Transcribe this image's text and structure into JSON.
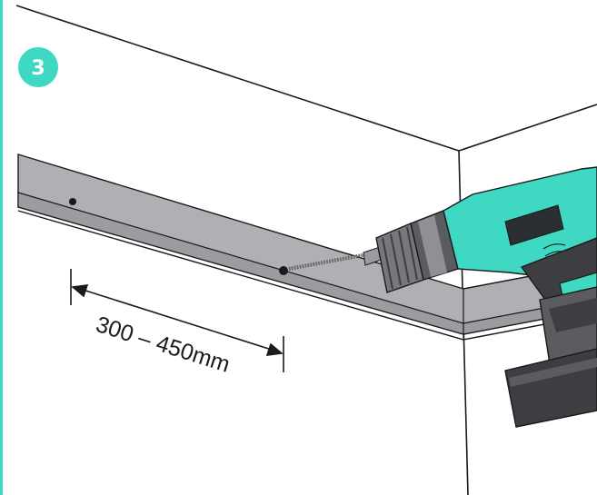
{
  "step": {
    "number": "3"
  },
  "dimension": {
    "label": "300 – 450mm"
  },
  "colors": {
    "accent": "#3ED8C3",
    "rail": "#AEB0B3",
    "rail_dark": "#8E9094",
    "outline": "#1A1A1A",
    "tool_dark": "#5A5C60",
    "tool_darker": "#3C3E42",
    "tool_mid": "#76787C"
  },
  "icons": {
    "step_badge": "circle-number",
    "tool": "cordless-drill-icon",
    "fastener": "screw-icon",
    "arrow": "dimension-arrow"
  }
}
